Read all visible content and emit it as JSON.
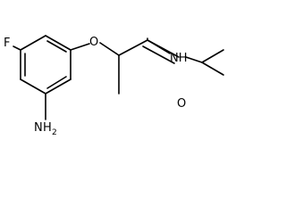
{
  "molecule": {
    "atoms": {
      "fluorine": "F",
      "ether_oxygen": "O",
      "amine_nitrogen": "N",
      "amine_hydrogen": "H",
      "amine_subscript": "2",
      "amide_nh": "NH",
      "carbonyl_oxygen": "O"
    }
  }
}
